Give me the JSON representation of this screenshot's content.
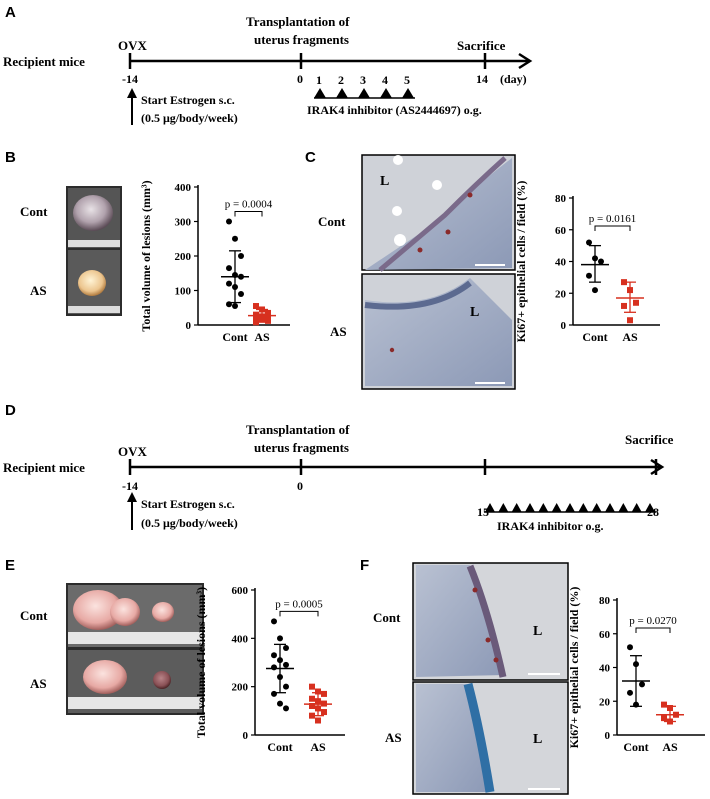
{
  "panel_letters": {
    "a": "A",
    "b": "B",
    "c": "C",
    "d": "D",
    "e": "E",
    "f": "F"
  },
  "timeline_a": {
    "row_label": "Recipient mice",
    "ovx": "OVX",
    "transplant_line1": "Transplantation of",
    "transplant_line2": "uterus fragments",
    "sacrifice": "Sacrifice",
    "tick_start": "-14",
    "tick_zero": "0",
    "tick_end": "14",
    "unit": "(day)",
    "doses": [
      "1",
      "2",
      "3",
      "4",
      "5"
    ],
    "estrogen_line1": "Start Estrogen s.c.",
    "estrogen_line2": "(0.5 μg/body/week)",
    "inhibitor": "IRAK4 inhibitor (AS2444697) o.g."
  },
  "timeline_d": {
    "row_label": "Recipient mice",
    "ovx": "OVX",
    "transplant_line1": "Transplantation of",
    "transplant_line2": "uterus fragments",
    "sacrifice": "Sacrifice",
    "tick_start": "-14",
    "tick_zero": "0",
    "tick_15": "15",
    "tick_end": "28",
    "dose_count": 13,
    "estrogen_line1": "Start Estrogen s.c.",
    "estrogen_line2": "(0.5 μg/body/week)",
    "inhibitor": "IRAK4  inhibitor o.g."
  },
  "photo_labels": {
    "cont": "Cont",
    "as": "AS",
    "lumen": "L"
  },
  "colors": {
    "cont": "#000000",
    "as": "#d7301f"
  },
  "chart_data": [
    {
      "id": "B",
      "type": "scatter",
      "ylabel": "Total volume of lesions (mm³)",
      "categories": [
        "Cont",
        "AS"
      ],
      "ylim": [
        0,
        400
      ],
      "yticks": [
        "0",
        "100",
        "200",
        "300",
        "400"
      ],
      "p_label": "p = 0.0004",
      "series": [
        {
          "name": "Cont",
          "values": [
            300,
            250,
            200,
            165,
            145,
            140,
            120,
            110,
            90,
            60,
            55
          ],
          "mean": 140,
          "sd": [
            65,
            215
          ]
        },
        {
          "name": "AS",
          "values": [
            55,
            45,
            35,
            30,
            25,
            22,
            18,
            15,
            12,
            8
          ],
          "mean": 27,
          "sd": [
            10,
            45
          ]
        }
      ]
    },
    {
      "id": "C",
      "type": "scatter",
      "ylabel": "Ki67+ epithelial cells / field (%)",
      "categories": [
        "Cont",
        "AS"
      ],
      "ylim": [
        0,
        80
      ],
      "yticks": [
        "0",
        "20",
        "40",
        "60",
        "80"
      ],
      "p_label": "p = 0.0161",
      "series": [
        {
          "name": "Cont",
          "values": [
            52,
            42,
            40,
            31,
            22
          ],
          "mean": 38,
          "sd": [
            27,
            50
          ]
        },
        {
          "name": "AS",
          "values": [
            27,
            22,
            14,
            12,
            3
          ],
          "mean": 17,
          "sd": [
            8,
            27
          ]
        }
      ]
    },
    {
      "id": "E",
      "type": "scatter",
      "ylabel": "Total volume of lesions (mm³)",
      "categories": [
        "Cont",
        "AS"
      ],
      "ylim": [
        0,
        600
      ],
      "yticks": [
        "0",
        "200",
        "400",
        "600"
      ],
      "p_label": "p = 0.0005",
      "series": [
        {
          "name": "Cont",
          "values": [
            470,
            400,
            360,
            330,
            310,
            290,
            280,
            240,
            200,
            170,
            130,
            110
          ],
          "mean": 275,
          "sd": [
            175,
            375
          ]
        },
        {
          "name": "AS",
          "values": [
            200,
            180,
            170,
            150,
            140,
            130,
            120,
            110,
            95,
            80,
            60
          ],
          "mean": 128,
          "sd": [
            80,
            175
          ]
        }
      ]
    },
    {
      "id": "F",
      "type": "scatter",
      "ylabel": "Ki67+ epithelial cells / field (%)",
      "categories": [
        "Cont",
        "AS"
      ],
      "ylim": [
        0,
        80
      ],
      "yticks": [
        "0",
        "20",
        "40",
        "60",
        "80"
      ],
      "p_label": "p = 0.0270",
      "series": [
        {
          "name": "Cont",
          "values": [
            52,
            42,
            30,
            25,
            18
          ],
          "mean": 32,
          "sd": [
            17,
            47
          ]
        },
        {
          "name": "AS",
          "values": [
            18,
            16,
            12,
            10,
            8
          ],
          "mean": 12,
          "sd": [
            8,
            17
          ]
        }
      ]
    }
  ]
}
